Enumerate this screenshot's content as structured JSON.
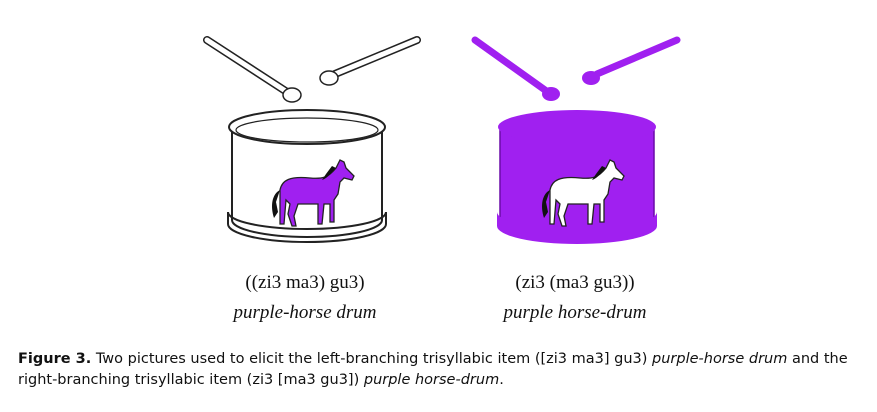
{
  "figure": {
    "left_item": {
      "bracket": "((zi3 ma3) gu3)",
      "gloss": "purple-horse drum"
    },
    "right_item": {
      "bracket": "(zi3 (ma3 gu3))",
      "gloss": "purple horse-drum"
    },
    "colors": {
      "purple": "#a020f0",
      "line": "#222222"
    }
  },
  "caption": {
    "label": "Figure 3.",
    "text_1": " Two pictures used to elicit the left-branching trisyllabic item ([zi3 ma3] gu3) ",
    "italic_1": "purple-horse drum",
    "text_2": " and the right-branching trisyllabic item (zi3 [ma3 gu3]) ",
    "italic_2": "purple horse-drum",
    "text_3": "."
  }
}
